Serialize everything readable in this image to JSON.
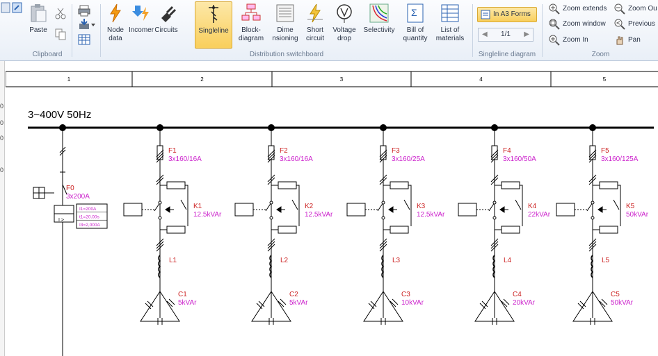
{
  "ribbon": {
    "clipboard": {
      "group_label": "Clipboard",
      "paste_label": "Paste"
    },
    "distribution": {
      "group_label": "Distribution switchboard",
      "buttons": [
        {
          "label": "Node\ndata",
          "icon": "lightning-icon"
        },
        {
          "label": "Incomer",
          "icon": "incomer-icon"
        },
        {
          "label": "Circuits",
          "icon": "plug-icon"
        },
        {
          "label": "Singleline",
          "icon": "singleline-icon"
        },
        {
          "label": "Block-\ndiagram",
          "icon": "block-diagram-icon"
        },
        {
          "label": "Dime\nnsioning",
          "icon": "dimensioning-icon"
        },
        {
          "label": "Short\ncircuit",
          "icon": "short-circuit-icon"
        },
        {
          "label": "Voltage\ndrop",
          "icon": "voltage-drop-icon"
        },
        {
          "label": "Selectivity",
          "icon": "selectivity-icon"
        },
        {
          "label": "Bill of\nquantity",
          "icon": "bill-icon"
        },
        {
          "label": "List of\nmaterials",
          "icon": "list-icon"
        }
      ]
    },
    "singleline": {
      "group_label": "Singleline diagram",
      "a3_label": "In A3 Forms",
      "page_indicator": "1/1"
    },
    "zoom": {
      "group_label": "Zoom",
      "extends": "Zoom extends",
      "out": "Zoom Ou",
      "window": "Zoom window",
      "previous": "Previous",
      "in": "Zoom In",
      "pan": "Pan"
    }
  },
  "colors": {
    "accent_red": "#cc2222",
    "accent_magenta": "#cc22cc",
    "ribbon_active": "#f9cf5c"
  },
  "diagram": {
    "columns": [
      "1",
      "2",
      "3",
      "4",
      "5"
    ],
    "supply_label": "3~400V 50Hz",
    "incomer": {
      "name": "F0",
      "rating": "3x200A",
      "settings": [
        "I1=200A",
        "t1=20.00s",
        "I3=2,000A"
      ],
      "relay_label": "I >"
    },
    "feeders": [
      {
        "fuse": "F1",
        "fuse_rating": "3x160/16A",
        "contactor": "K1",
        "contactor_rating": "12.5kVAr",
        "reactor": "L1",
        "cap": "C1",
        "cap_rating": "5kVAr"
      },
      {
        "fuse": "F2",
        "fuse_rating": "3x160/16A",
        "contactor": "K2",
        "contactor_rating": "12.5kVAr",
        "reactor": "L2",
        "cap": "C2",
        "cap_rating": "5kVAr"
      },
      {
        "fuse": "F3",
        "fuse_rating": "3x160/25A",
        "contactor": "K3",
        "contactor_rating": "12.5kVAr",
        "reactor": "L3",
        "cap": "C3",
        "cap_rating": "10kVAr"
      },
      {
        "fuse": "F4",
        "fuse_rating": "3x160/50A",
        "contactor": "K4",
        "contactor_rating": "22kVAr",
        "reactor": "L4",
        "cap": "C4",
        "cap_rating": "20kVAr"
      },
      {
        "fuse": "F5",
        "fuse_rating": "3x160/125A",
        "contactor": "K5",
        "contactor_rating": "50kVAr",
        "reactor": "L5",
        "cap": "C5",
        "cap_rating": "50kVAr"
      }
    ],
    "left_marks": [
      "0",
      "0",
      "0",
      "0"
    ]
  }
}
